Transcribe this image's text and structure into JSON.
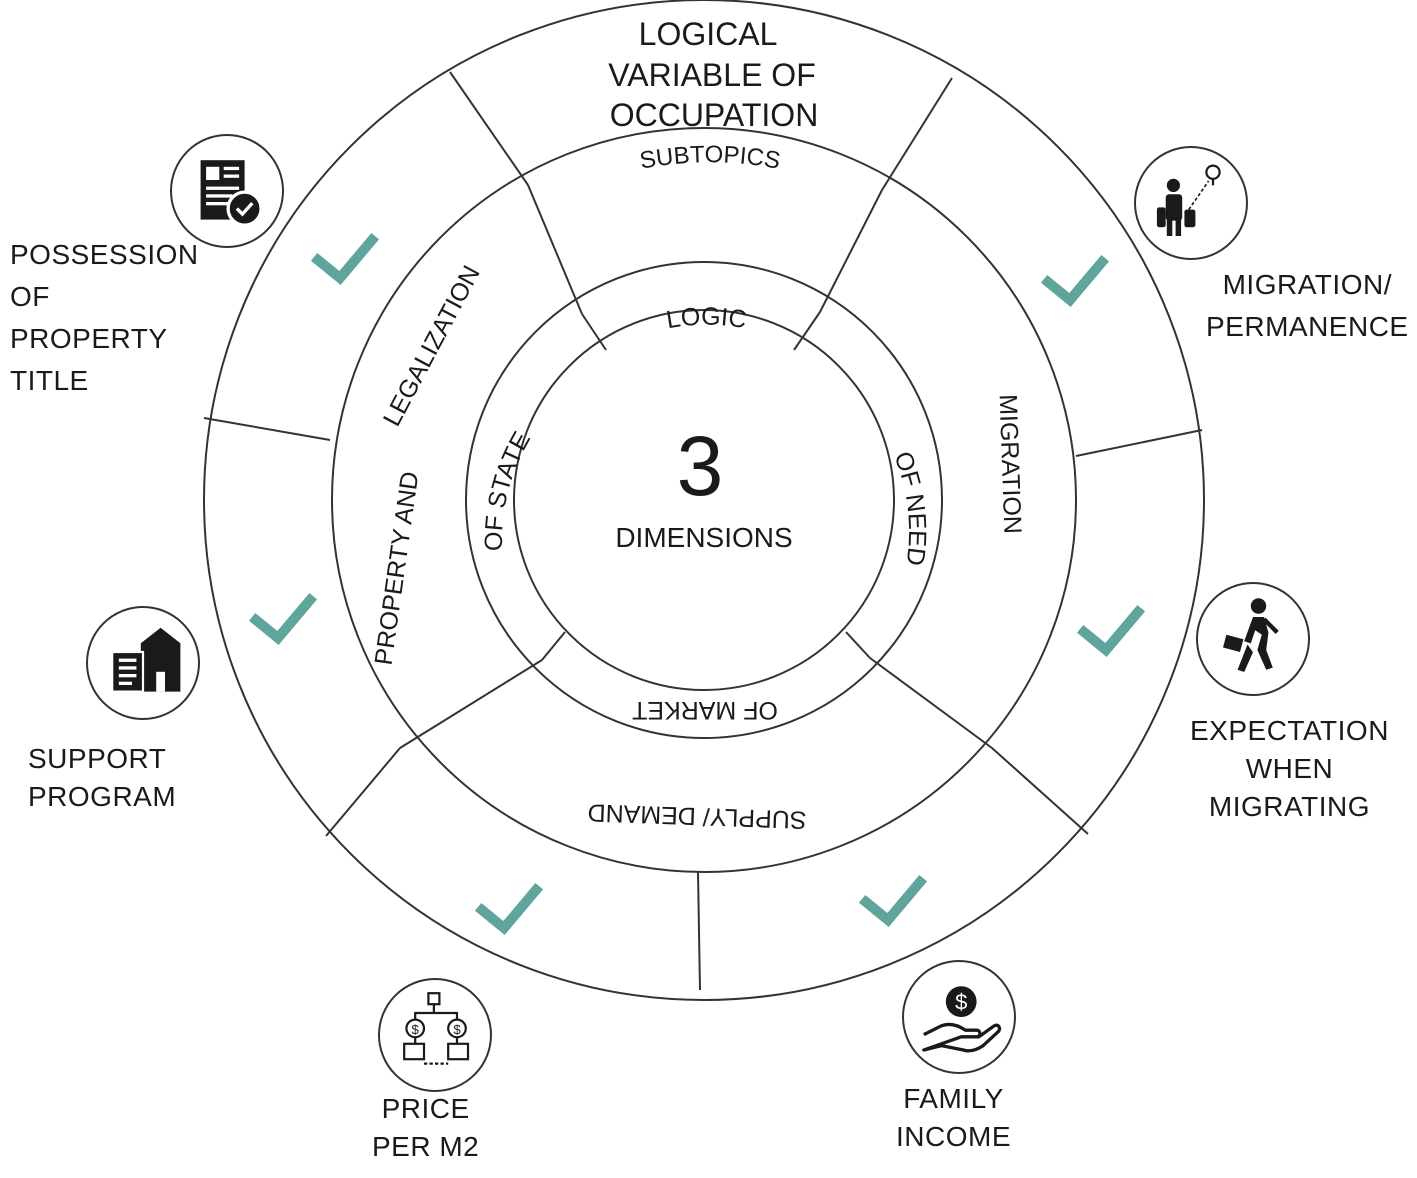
{
  "colors": {
    "line": "#333333",
    "text": "#1a1a1a",
    "check": "#5fa59b",
    "icon": "#1a1a1a"
  },
  "center": {
    "number": "3",
    "label": "DIMENSIONS"
  },
  "rings": {
    "logic_title": "LOGIC",
    "subtopics_title": "SUBTOPICS",
    "variable_title": [
      "LOGICAL",
      "VARIABLE OF",
      "OCCUPATION"
    ],
    "logics": [
      "OF STATE",
      "OF NEED",
      "OF MARKET"
    ],
    "subtopics": [
      "PROPERTY AND",
      "LEGALIZATION",
      "MIGRATION",
      "SUPPLY/ DEMAND"
    ]
  },
  "variables": [
    {
      "id": "possession",
      "icon": "document-check-icon",
      "lines": [
        "POSSESSION",
        "OF",
        "PROPERTY",
        "TITLE"
      ]
    },
    {
      "id": "migration",
      "icon": "traveler-location-icon",
      "lines": [
        "MIGRATION/",
        "PERMANENCE"
      ]
    },
    {
      "id": "expectation",
      "icon": "walking-person-briefcase-icon",
      "lines": [
        "EXPECTATION",
        "WHEN",
        "MIGRATING"
      ]
    },
    {
      "id": "income",
      "icon": "hand-coin-icon",
      "lines": [
        "FAMILY",
        "INCOME"
      ]
    },
    {
      "id": "price",
      "icon": "price-flow-icon",
      "lines": [
        "PRICE",
        "PER M2"
      ]
    },
    {
      "id": "support",
      "icon": "house-documents-icon",
      "lines": [
        "SUPPORT",
        "PROGRAM"
      ]
    }
  ]
}
